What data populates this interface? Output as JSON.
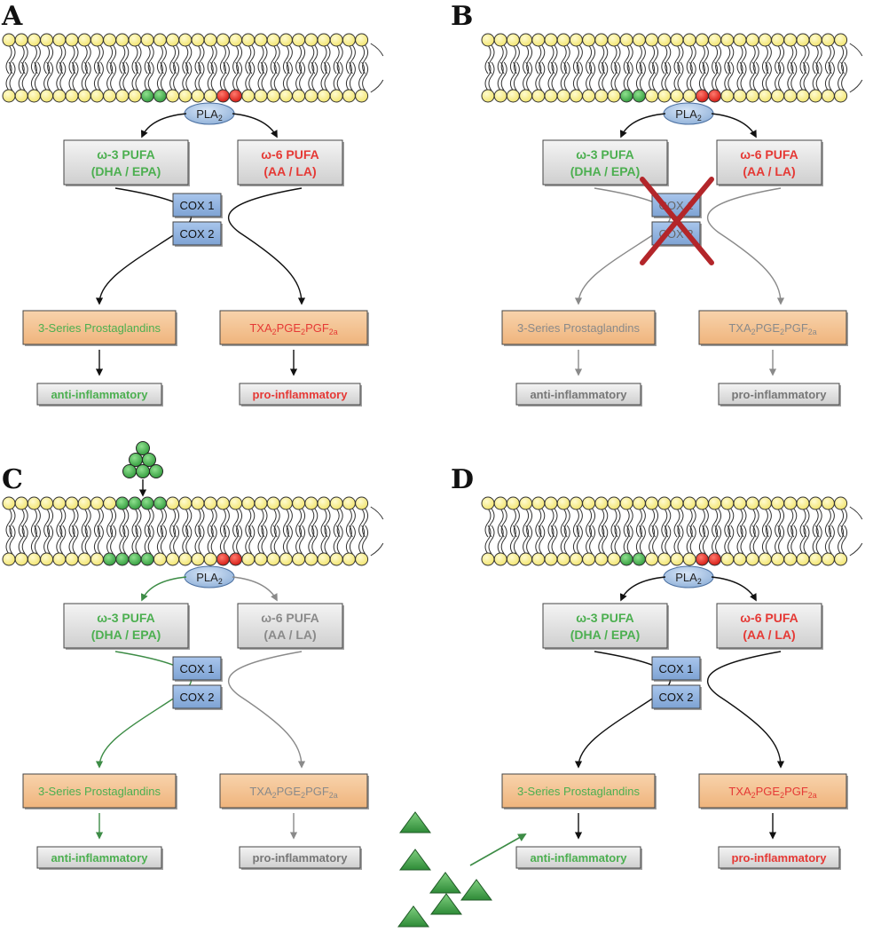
{
  "colors": {
    "green": "#4caf50",
    "red": "#e53935",
    "grey_text": "#8a8a8a",
    "cox_fill": "#8fb3e0",
    "prostaglandin_fill": "#f5c698",
    "membrane_head": "#f8ee8a",
    "cross": "#b3262a",
    "arrow_green": "#3d8c46"
  },
  "icons": {
    "pla2": "pla2-ellipse-icon",
    "cross": "red-x-cross-icon",
    "molecule_cluster": "green-circle-cluster-icon",
    "triangles": "green-triangle-icon"
  },
  "panels": [
    {
      "letter": "A",
      "pla2": "PLA",
      "pla2_sub": "2",
      "omega3": {
        "line1": "ω-3 PUFA",
        "line2": "(DHA / EPA)"
      },
      "omega6": {
        "line1": "ω-6 PUFA",
        "line2": "(AA / LA)"
      },
      "cox1": "COX 1",
      "cox2": "COX 2",
      "pg_left": "3-Series Prostaglandins",
      "pg_right": {
        "a": "TXA",
        "a_sub": "2",
        "b": " PGE",
        "b_sub": "2",
        "c": " PGF",
        "c_sub": "2a"
      },
      "out_left": "anti-inflammatory",
      "out_right": "pro-inflammatory"
    },
    {
      "letter": "B",
      "pla2": "PLA",
      "pla2_sub": "2",
      "omega3": {
        "line1": "ω-3 PUFA",
        "line2": "(DHA / EPA)"
      },
      "omega6": {
        "line1": "ω-6 PUFA",
        "line2": "(AA / LA)"
      },
      "cox1": "COX 1",
      "cox2": "COX 2",
      "pg_left": "3-Series Prostaglandins",
      "pg_right": {
        "a": "TXA",
        "a_sub": "2",
        "b": " PGE",
        "b_sub": "2",
        "c": " PGF",
        "c_sub": "2a"
      },
      "out_left": "anti-inflammatory",
      "out_right": "pro-inflammatory"
    },
    {
      "letter": "C",
      "pla2": "PLA",
      "pla2_sub": "2",
      "omega3": {
        "line1": "ω-3 PUFA",
        "line2": "(DHA / EPA)"
      },
      "omega6": {
        "line1": "ω-6 PUFA",
        "line2": "(AA / LA)"
      },
      "cox1": "COX 1",
      "cox2": "COX 2",
      "pg_left": "3-Series Prostaglandins",
      "pg_right": {
        "a": "TXA",
        "a_sub": "2",
        "b": " PGE",
        "b_sub": "2",
        "c": " PGF",
        "c_sub": "2a"
      },
      "out_left": "anti-inflammatory",
      "out_right": "pro-inflammatory"
    },
    {
      "letter": "D",
      "pla2": "PLA",
      "pla2_sub": "2",
      "omega3": {
        "line1": "ω-3 PUFA",
        "line2": "(DHA / EPA)"
      },
      "omega6": {
        "line1": "ω-6 PUFA",
        "line2": "(AA / LA)"
      },
      "cox1": "COX 1",
      "cox2": "COX 2",
      "pg_left": "3-Series Prostaglandins",
      "pg_right": {
        "a": "TXA",
        "a_sub": "2",
        "b": " PGE",
        "b_sub": "2",
        "c": " PGF",
        "c_sub": "2a"
      },
      "out_left": "anti-inflammatory",
      "out_right": "pro-inflammatory"
    }
  ]
}
